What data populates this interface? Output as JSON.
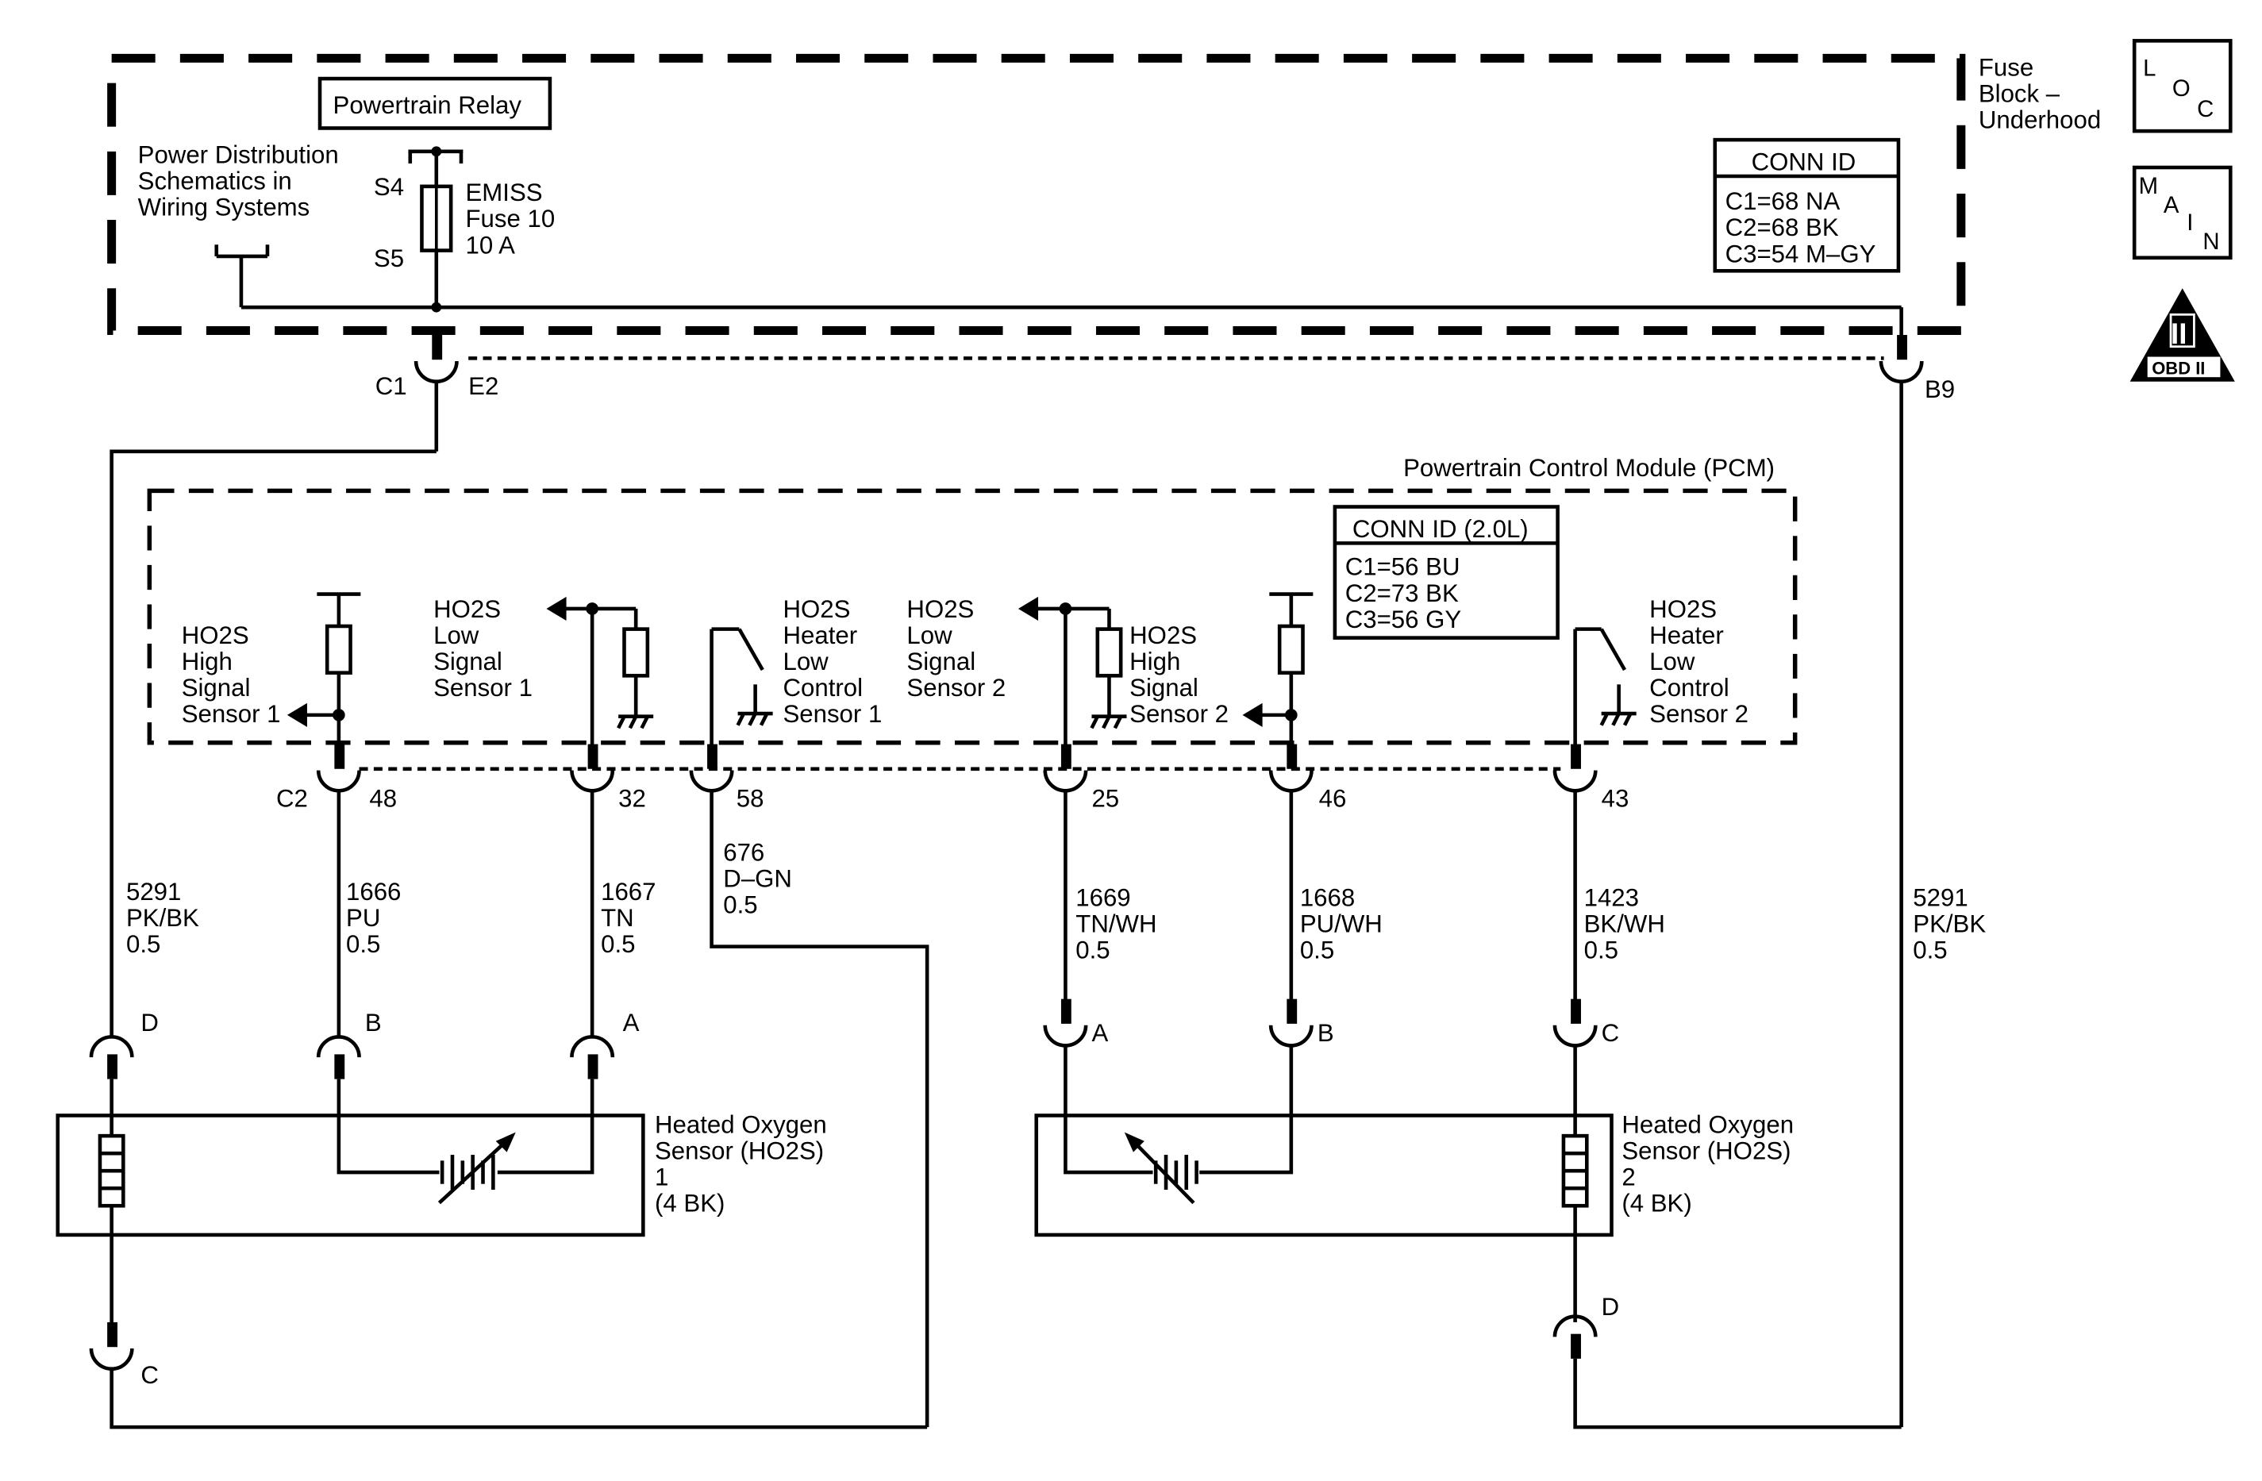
{
  "fuse_block": {
    "label_line1": "Fuse",
    "label_line2": "Block –",
    "label_line3": "Underhood",
    "relay": "Powertrain Relay",
    "power_dist_line1": "Power Distribution",
    "power_dist_line2": "Schematics in",
    "power_dist_line3": "Wiring Systems",
    "s4": "S4",
    "s5": "S5",
    "fuse_line1": "EMISS",
    "fuse_line2": "Fuse 10",
    "fuse_line3": "10 A",
    "conn_title": "CONN ID",
    "conn_c1": "C1=68 NA",
    "conn_c2": "C2=68 BK",
    "conn_c3": "C3=54 M–GY"
  },
  "connectors_top": {
    "c1": "C1",
    "e2": "E2",
    "b9": "B9"
  },
  "pcm": {
    "title": "Powertrain Control Module (PCM)",
    "conn_title": "CONN ID (2.0L)",
    "conn_c1": "C1=56 BU",
    "conn_c2": "C2=73 BK",
    "conn_c3": "C3=56 GY",
    "c2": "C2",
    "pins": [
      "48",
      "32",
      "58",
      "25",
      "46",
      "43"
    ],
    "ckt_hs1": [
      "HO2S",
      "High",
      "Signal",
      "Sensor 1"
    ],
    "ckt_ls1": [
      "HO2S",
      "Low",
      "Signal",
      "Sensor 1"
    ],
    "ckt_heat1": [
      "HO2S",
      "Heater",
      "Low",
      "Control",
      "Sensor 1"
    ],
    "ckt_ls2": [
      "HO2S",
      "Low",
      "Signal",
      "Sensor 2"
    ],
    "ckt_hs2": [
      "HO2S",
      "High",
      "Signal",
      "Sensor 2"
    ],
    "ckt_heat2": [
      "HO2S",
      "Heater",
      "Low",
      "Control",
      "Sensor 2"
    ]
  },
  "wires": {
    "w5291_left": [
      "5291",
      "PK/BK",
      "0.5"
    ],
    "w1666": [
      "1666",
      "PU",
      "0.5"
    ],
    "w1667": [
      "1667",
      "TN",
      "0.5"
    ],
    "w676": [
      "676",
      "D–GN",
      "0.5"
    ],
    "w1669": [
      "1669",
      "TN/WH",
      "0.5"
    ],
    "w1668": [
      "1668",
      "PU/WH",
      "0.5"
    ],
    "w1423": [
      "1423",
      "BK/WH",
      "0.5"
    ],
    "w5291_right": [
      "5291",
      "PK/BK",
      "0.5"
    ]
  },
  "sensor1": {
    "label": [
      "Heated Oxygen",
      "Sensor (HO2S)",
      "1",
      "(4 BK)"
    ],
    "pin_d": "D",
    "pin_b": "B",
    "pin_a": "A",
    "pin_c": "C"
  },
  "sensor2": {
    "label": [
      "Heated Oxygen",
      "Sensor (HO2S)",
      "2",
      "(4 BK)"
    ],
    "pin_a": "A",
    "pin_b": "B",
    "pin_c": "C",
    "pin_d": "D"
  },
  "icons": {
    "loc": [
      "L",
      "O",
      "C"
    ],
    "main": [
      "M",
      "A",
      "I",
      "N"
    ],
    "obd": "OBD II",
    "obd_numeral": "II"
  }
}
